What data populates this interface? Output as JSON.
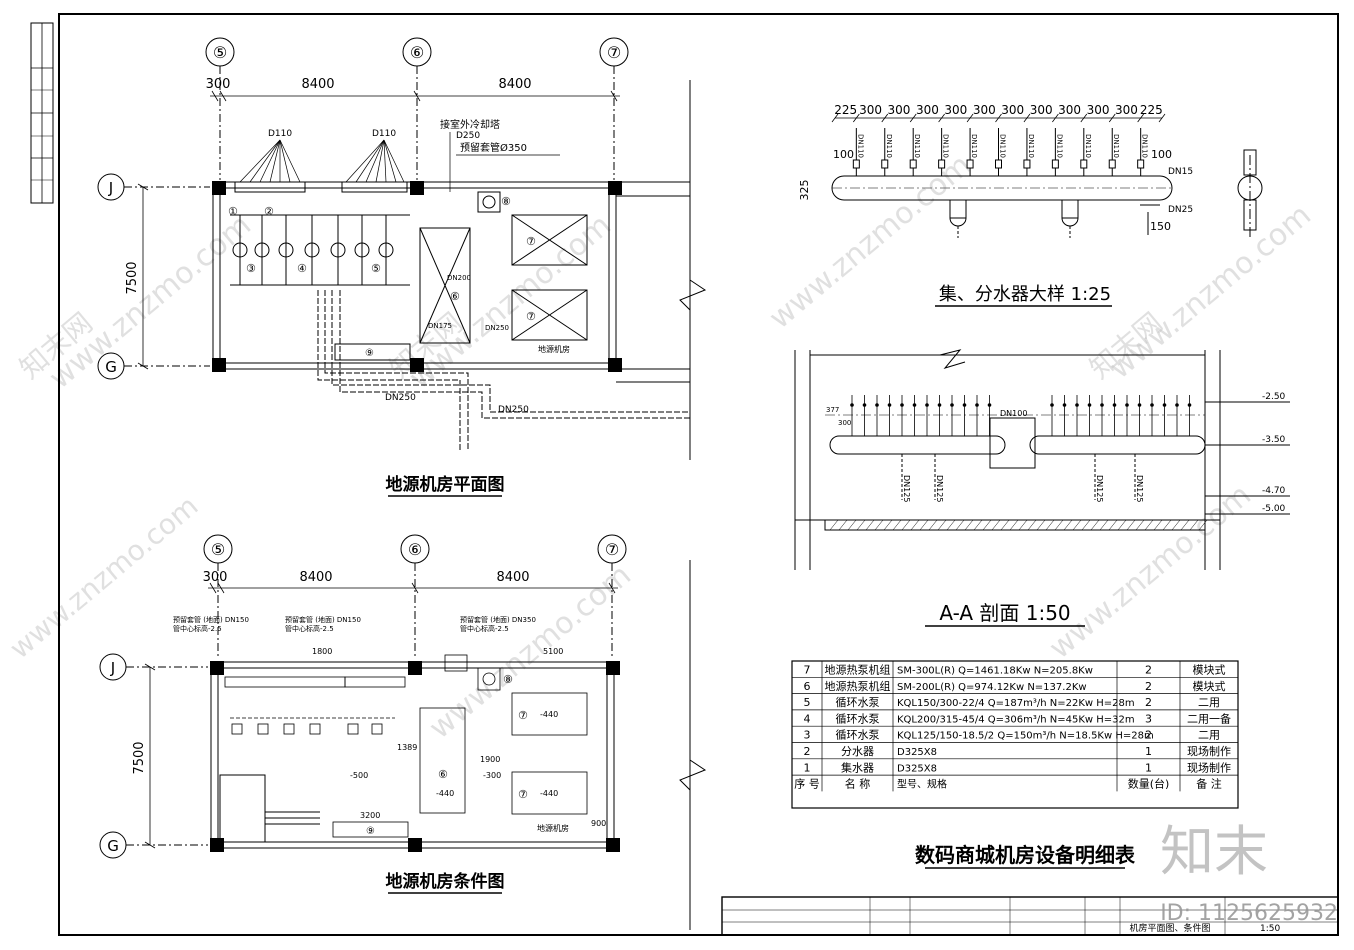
{
  "watermark": {
    "text": "www.znzmo.com",
    "brand": "知末",
    "brand_cn": "知末网",
    "id_label": "ID: 1125625932"
  },
  "plan_top": {
    "title": "地源机房平面图",
    "axes_x": [
      "⑤",
      "⑥",
      "⑦"
    ],
    "axes_y": [
      "J",
      "G"
    ],
    "dims_x": [
      "300",
      "8400",
      "8400"
    ],
    "dim_y": "7500",
    "labels": {
      "d110_a": "D110",
      "d110_b": "D110",
      "tower": "接室外冷却塔",
      "d250": "D250",
      "sleeve": "预留套管Ø350",
      "dn200": "DN200",
      "dn175": "DN175",
      "dn250_a": "DN250",
      "dn250_b": "DN250",
      "dn250_c": "DN250",
      "room": "地源机房",
      "n1": "①",
      "n2": "②",
      "n3": "③",
      "n4": "④",
      "n5": "⑤",
      "n6": "⑥",
      "n7a": "⑦",
      "n7b": "⑦",
      "n8": "⑧",
      "n9": "⑨"
    }
  },
  "plan_bottom": {
    "title": "地源机房条件图",
    "axes_x": [
      "⑤",
      "⑥",
      "⑦"
    ],
    "axes_y": [
      "J",
      "G"
    ],
    "dims_x": [
      "300",
      "8400",
      "8400"
    ],
    "dim_y": "7500",
    "labels": {
      "sleeve_a": "预留套管 (地面) DN150",
      "depth_a": "管中心标高-2.5",
      "sleeve_b": "预留套管 (地面) DN150",
      "depth_b": "管中心标高-2.5",
      "sleeve_c": "预留套管 (地面) DN350",
      "depth_c": "管中心标高-2.5",
      "d5100": "5100",
      "d1800": "1800",
      "d3200": "3200",
      "d1900": "1900",
      "d1389": "1389",
      "d900": "900",
      "e500": "-500",
      "e300": "-300",
      "e440a": "-440",
      "e440b": "-440",
      "e440c": "-440",
      "room": "地源机房",
      "n6": "⑥",
      "n7a": "⑦",
      "n7b": "⑦",
      "n8": "⑧",
      "n9": "⑨"
    }
  },
  "manifold": {
    "title": "集、分水器大样 1:25",
    "dims": [
      "225",
      "300",
      "300",
      "300",
      "300",
      "300",
      "300",
      "300",
      "300",
      "300",
      "300",
      "225"
    ],
    "pipe": "DN110",
    "h100a": "100",
    "h100b": "100",
    "h325": "325",
    "h150": "150",
    "dn15": "DN15",
    "dn25": "DN25"
  },
  "section": {
    "title": "A-A 剖面 1:50",
    "levels": [
      "-2.50",
      "-3.50",
      "-4.70",
      "-5.00"
    ],
    "dn100": "DN100",
    "dn125": "DN125",
    "d377": "377",
    "d300": "300"
  },
  "equipment_table": {
    "title": "数码商城机房设备明细表",
    "headers": [
      "序 号",
      "名 称",
      "型号、规格",
      "数量(台)",
      "备 注"
    ],
    "rows": [
      [
        "7",
        "地源热泵机组",
        "SM-300L(R) Q=1461.18Kw N=205.8Kw",
        "2",
        "模块式"
      ],
      [
        "6",
        "地源热泵机组",
        "SM-200L(R) Q=974.12Kw N=137.2Kw",
        "2",
        "模块式"
      ],
      [
        "5",
        "循环水泵",
        "KQL150/300-22/4 Q=187m³/h N=22Kw H=28m",
        "2",
        "二用"
      ],
      [
        "4",
        "循环水泵",
        "KQL200/315-45/4 Q=306m³/h N=45Kw H=32m",
        "3",
        "二用一备"
      ],
      [
        "3",
        "循环水泵",
        "KQL125/150-18.5/2 Q=150m³/h N=18.5Kw H=28m",
        "2",
        "二用"
      ],
      [
        "2",
        "分水器",
        "D325X8",
        "1",
        "现场制作"
      ],
      [
        "1",
        "集水器",
        "D325X8",
        "1",
        "现场制作"
      ]
    ]
  },
  "title_block": {
    "drawing_name": "机房平面图、条件图",
    "scale": "1:50"
  }
}
